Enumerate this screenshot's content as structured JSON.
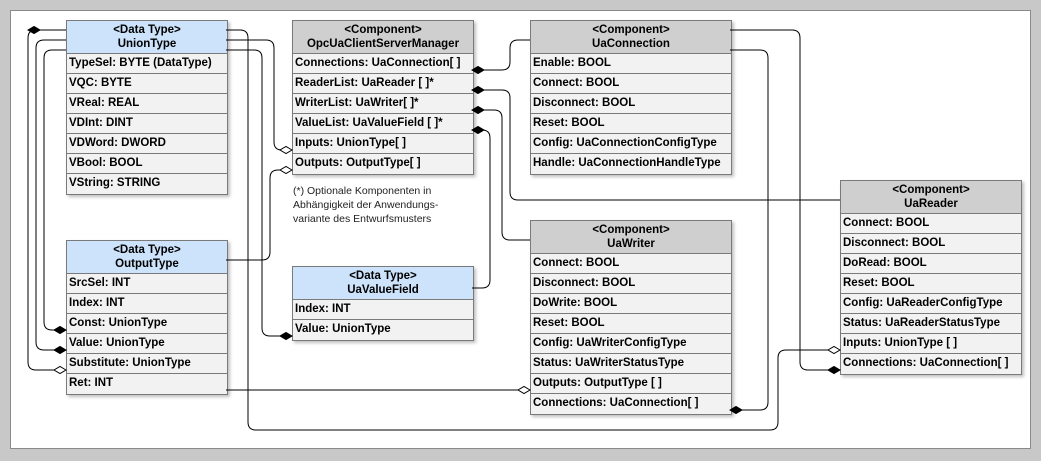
{
  "union_type": {
    "stereotype": "<Data Type>",
    "name": "UnionType",
    "fields": [
      "TypeSel: BYTE (DataType)",
      "VQC: BYTE",
      "VReal: REAL",
      "VDInt: DINT",
      "VDWord: DWORD",
      "VBool: BOOL",
      "VString: STRING"
    ]
  },
  "output_type": {
    "stereotype": "<Data Type>",
    "name": "OutputType",
    "fields": [
      "SrcSel: INT",
      "Index: INT",
      "Const: UnionType",
      "Value: UnionType",
      "Substitute: UnionType",
      "Ret: INT"
    ]
  },
  "manager": {
    "stereotype": "<Component>",
    "name": "OpcUaClientServerManager",
    "fields": [
      "Connections: UaConnection[ ]",
      "ReaderList: UaReader [ ]*",
      "WriterList: UaWriter[ ]*",
      "ValueList: UaValueField [ ]*",
      "Inputs: UnionType[ ]",
      "Outputs: OutputType[ ]"
    ]
  },
  "note": "(*) Optionale Komponenten in\nAbhängigkeit der Anwendungs-\nvariante des Entwurfsmusters",
  "value_field": {
    "stereotype": "<Data Type>",
    "name": "UaValueField",
    "fields": [
      "Index: INT",
      "Value: UnionType"
    ]
  },
  "connection": {
    "stereotype": "<Component>",
    "name": "UaConnection",
    "fields": [
      "Enable: BOOL",
      "Connect: BOOL",
      "Disconnect: BOOL",
      "Reset: BOOL",
      "Config: UaConnectionConfigType",
      "Handle: UaConnectionHandleType"
    ]
  },
  "writer": {
    "stereotype": "<Component>",
    "name": "UaWriter",
    "fields": [
      "Connect: BOOL",
      "Disconnect: BOOL",
      "DoWrite: BOOL",
      "Reset: BOOL",
      "Config: UaWriterConfigType",
      "Status: UaWriterStatusType",
      "Outputs: OutputType [ ]",
      "Connections: UaConnection[ ]"
    ]
  },
  "reader": {
    "stereotype": "<Component>",
    "name": "UaReader",
    "fields": [
      "Connect: BOOL",
      "Disconnect: BOOL",
      "DoRead: BOOL",
      "Reset: BOOL",
      "Config: UaReaderConfigType",
      "Status: UaReaderStatusType",
      "Inputs: UnionType [ ]",
      "Connections: UaConnection[ ]"
    ]
  },
  "colors": {
    "data_type_header": "#cce3fb",
    "component_header": "#cfcfcf",
    "body": "#f2f2f2",
    "line": "#000000"
  }
}
